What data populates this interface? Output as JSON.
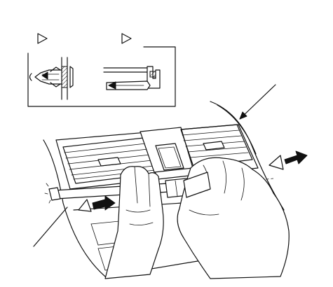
{
  "figure": {
    "detail_panel": {
      "views": [
        {
          "marker": "triangle-view-marker",
          "subject": "clip-side-view"
        },
        {
          "marker": "triangle-view-marker",
          "subject": "claw-side-view"
        }
      ]
    },
    "main_view": {
      "subject": "center-dashboard-air-vent-panel",
      "tool": "flat-tip-screwdriver",
      "motion_arrows": [
        "pry-direction-arrow",
        "pull-out-direction-arrow"
      ],
      "leader_lines": [
        "panel-leader-line",
        "tool-leader-line"
      ]
    },
    "colors": {
      "ink": "#111111",
      "background": "#ffffff"
    }
  }
}
